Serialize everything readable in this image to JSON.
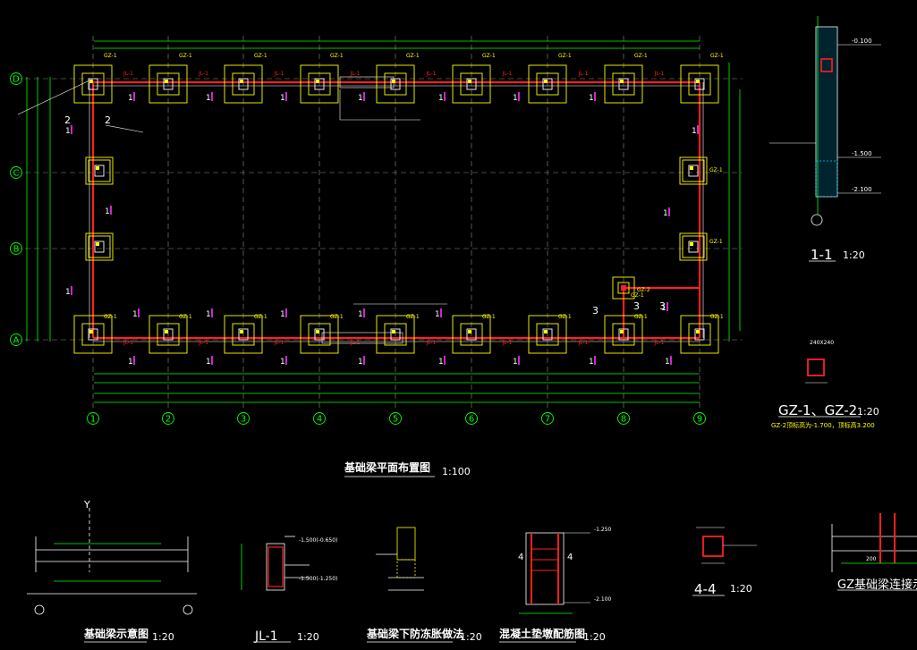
{
  "plan": {
    "grid_cols": [
      "1",
      "2",
      "3",
      "4",
      "5",
      "6",
      "7",
      "8",
      "9"
    ],
    "grid_rows": [
      "D",
      "C",
      "B",
      "A"
    ],
    "title": "基础梁平面布置图",
    "scale": "1:100",
    "beam_label": "JL-1",
    "column_label": "GZ-1",
    "column_label_2": "GZ-2",
    "section_mark_1": "1",
    "section_mark_2": "2",
    "section_mark_3": "3"
  },
  "colors": {
    "grid": "#00ff00",
    "beam": "#ff2020",
    "footing": "#ffff00",
    "section": "#ff33ff",
    "dim": "#00ff00",
    "text": "#ffffff"
  },
  "details": {
    "section_1_1": {
      "title": "1-1",
      "scale": "1:20",
      "lbl_top": "-0.100",
      "lbl_mid": "-1.500",
      "lbl_bot": "-2.100"
    },
    "gz_section": {
      "title": "GZ-1、GZ-2",
      "scale": "1:20",
      "note": "GZ-2顶标高为-1.700，顶标高3.200",
      "lbl": "240X240"
    },
    "beam_schematic": {
      "title": "基础梁示意图",
      "scale": "1:20",
      "axis": "Y"
    },
    "jl1": {
      "title": "JL-1",
      "scale": "1:20",
      "lbl_a": "-1.500(-0.650)",
      "lbl_b": "-1.500(-1.250)"
    },
    "antifreeze": {
      "title": "基础梁下防冻胀做法",
      "scale": "1:20"
    },
    "pad": {
      "title": "混凝土垫墩配筋图",
      "scale": "1:20",
      "lbl_top": "-1.250",
      "lbl_bot": "-2.100",
      "mark": "4"
    },
    "section_4_4": {
      "title": "4-4",
      "scale": "1:20"
    },
    "gz_conn": {
      "title": "GZ基础梁连接示意",
      "lbl": "200"
    }
  }
}
